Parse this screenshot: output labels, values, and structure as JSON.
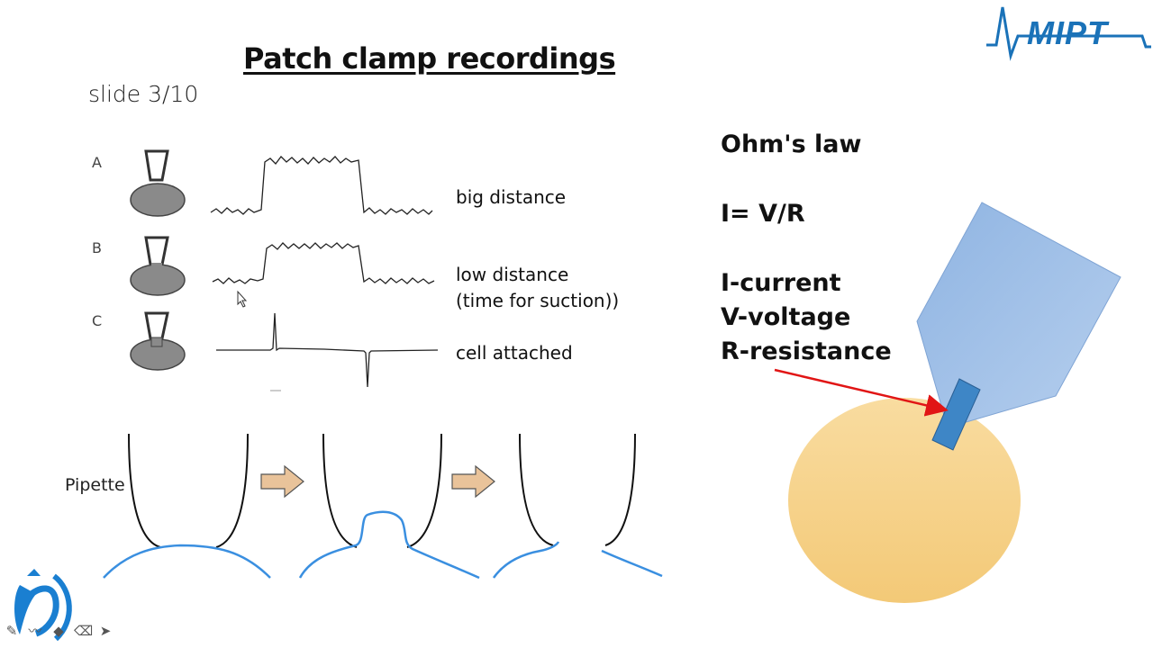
{
  "slide": {
    "title": "Patch clamp recordings",
    "subtitle": "slide 3/10"
  },
  "logo": {
    "text": "MIPT",
    "color": "#1a72b8"
  },
  "recordings": [
    {
      "letter": "A",
      "caption_lines": [
        "big distance"
      ]
    },
    {
      "letter": "B",
      "caption_lines": [
        "low distance",
        "(time for suction))"
      ]
    },
    {
      "letter": "C",
      "caption_lines": [
        "cell attached"
      ]
    }
  ],
  "pipette_label": "Pipette",
  "ohms_law": {
    "heading": "Ohm's law",
    "formula": "I= V/R",
    "definitions": [
      "I-current",
      "V-voltage",
      "R-resistance"
    ]
  },
  "colors": {
    "cell_fill": "#f7d58f",
    "pipette_fill": "#9bbde6",
    "tip_fill": "#3e86c6",
    "arrow": "#e11515",
    "membrane": "#3a8fe0",
    "block_arrow": "#e9c39a"
  },
  "toolbar": {
    "icons": [
      "pen-icon",
      "highlighter-icon",
      "shape-icon",
      "eraser-icon",
      "pointer-icon"
    ]
  }
}
